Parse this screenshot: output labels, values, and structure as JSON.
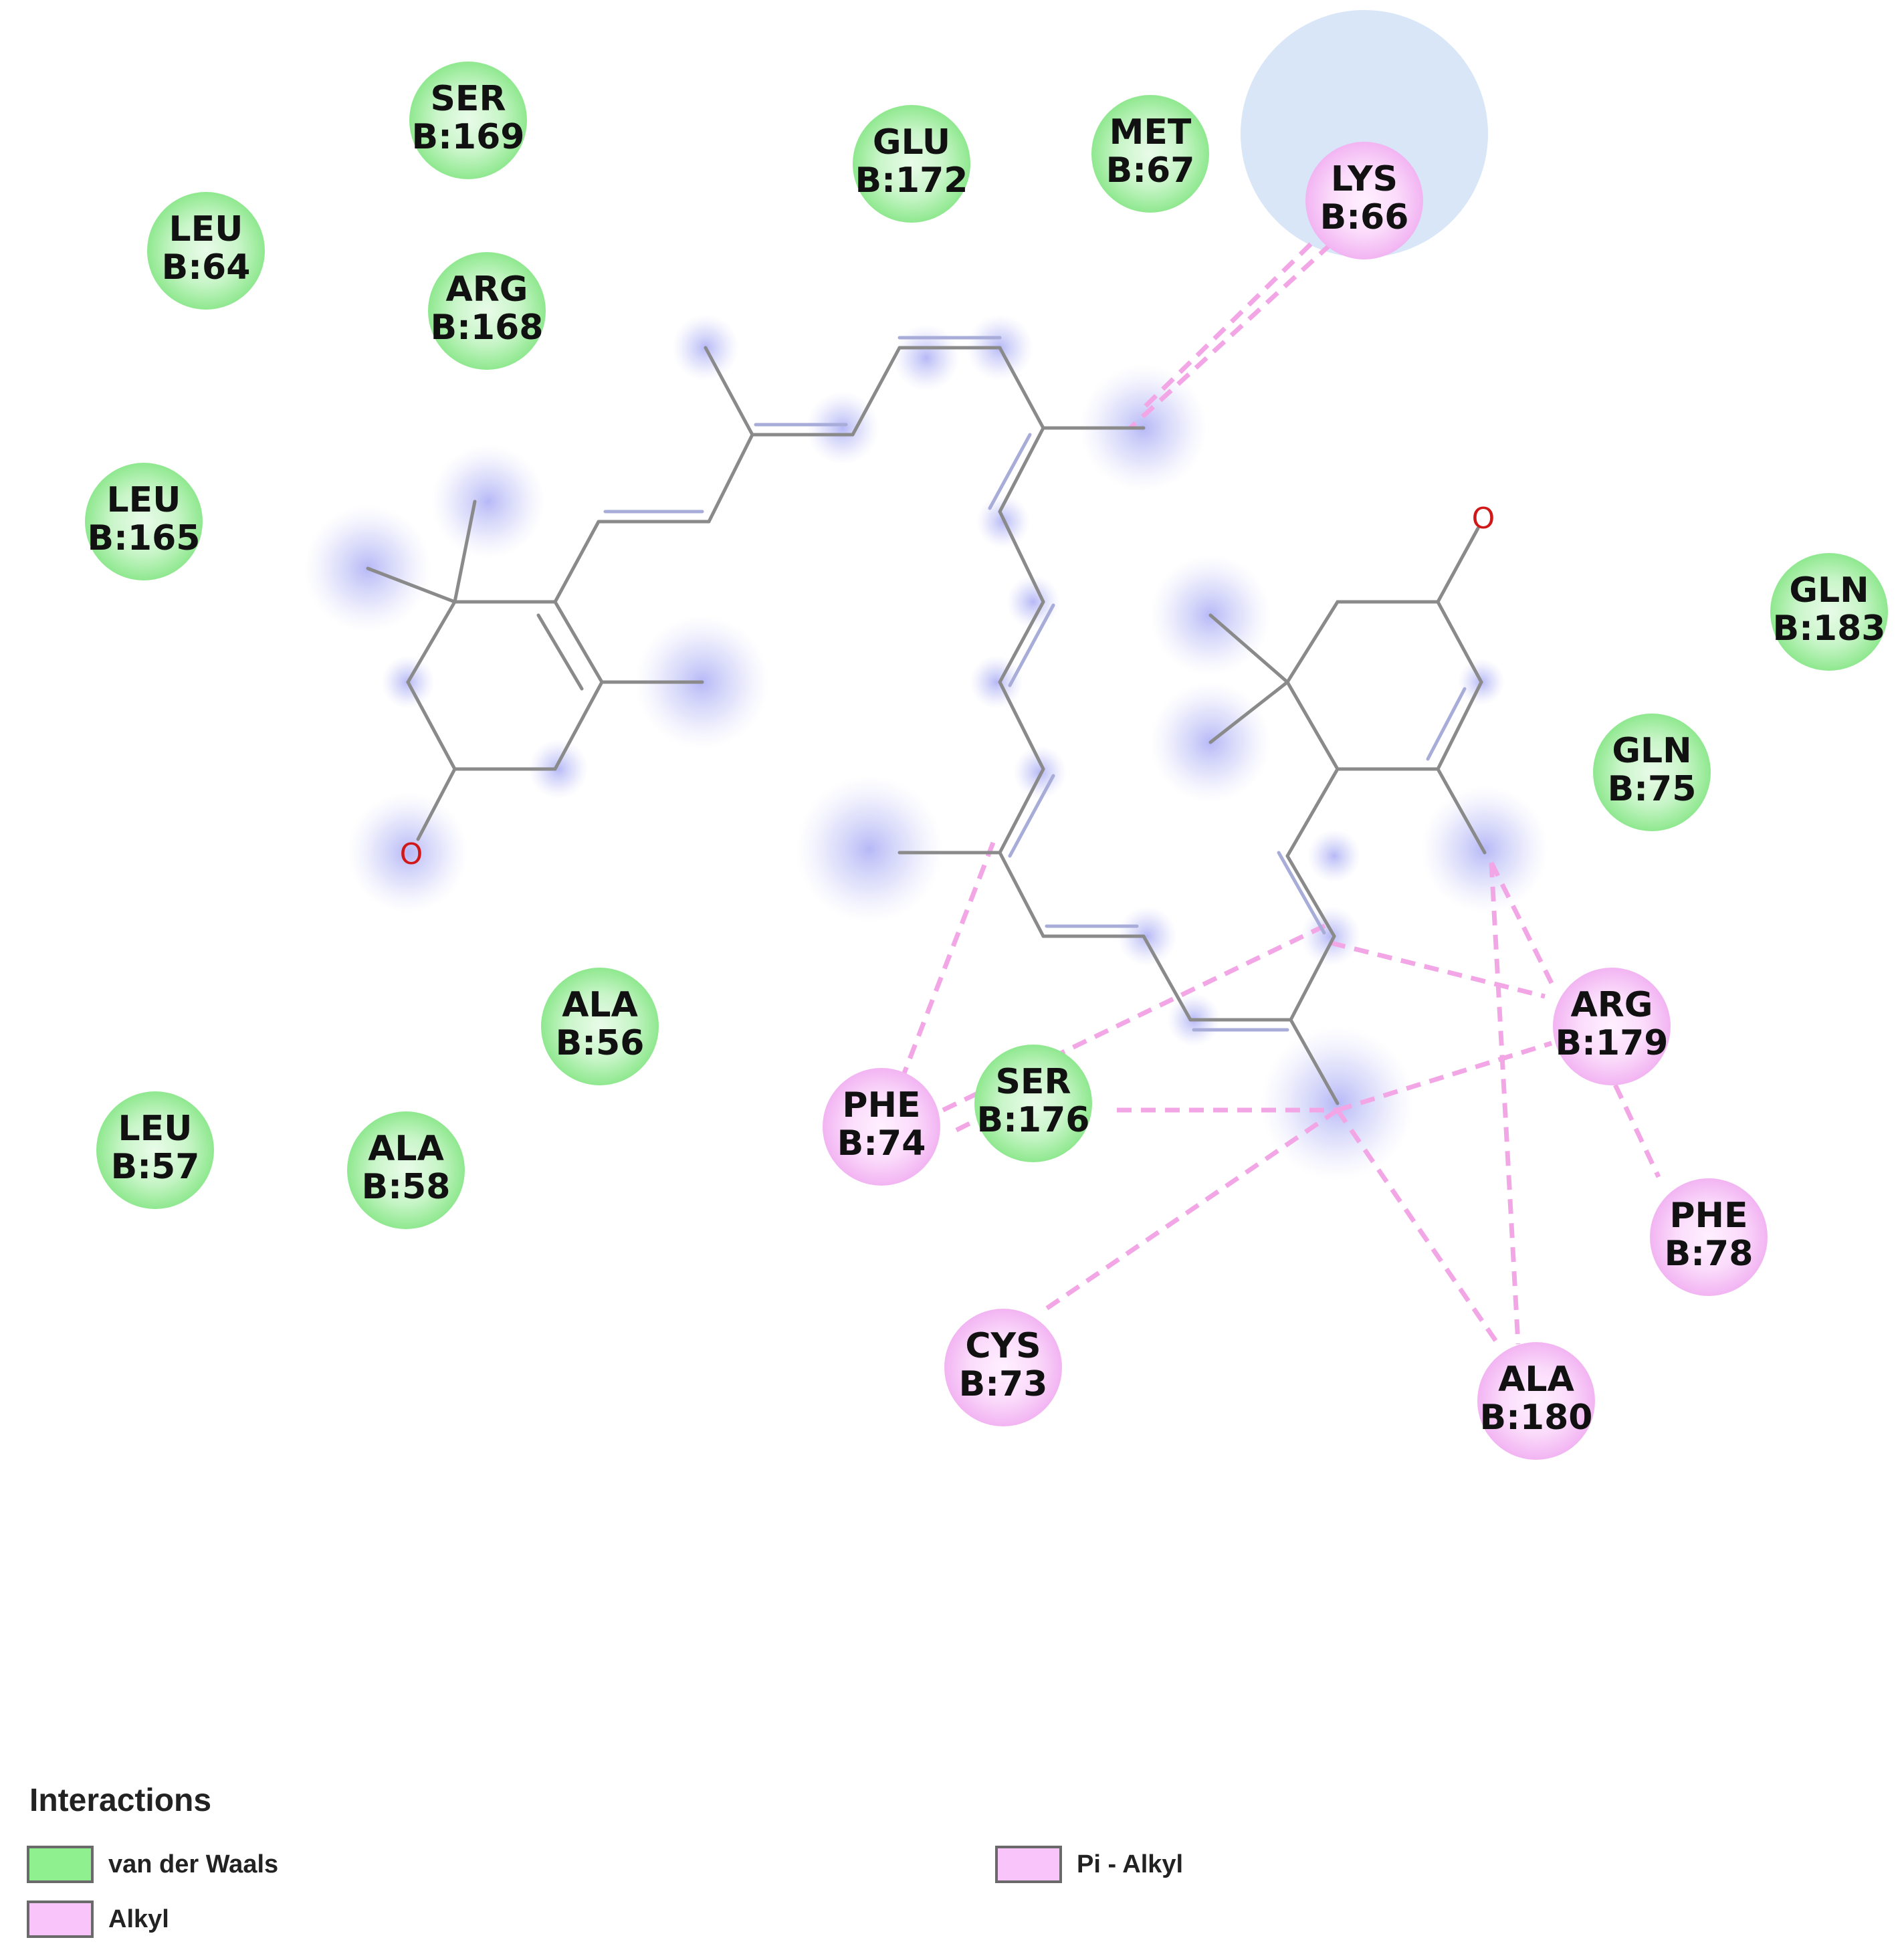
{
  "colors": {
    "van_der_waals": "#8ff08f",
    "alkyl": "#f9c4f9",
    "pi_alkyl": "#f9c4f9",
    "bond": "#8a8a8a",
    "double_bond_highlight": "#9aa0d8",
    "interaction_line": "#f3a6e6",
    "donor_halo": "#cfe2f7"
  },
  "residues": {
    "ser169": {
      "name": "SER",
      "id": "B:169",
      "type": "van der Waals"
    },
    "leu64": {
      "name": "LEU",
      "id": "B:64",
      "type": "van der Waals"
    },
    "arg168": {
      "name": "ARG",
      "id": "B:168",
      "type": "van der Waals"
    },
    "leu165": {
      "name": "LEU",
      "id": "B:165",
      "type": "van der Waals"
    },
    "glu172": {
      "name": "GLU",
      "id": "B:172",
      "type": "van der Waals"
    },
    "met67": {
      "name": "MET",
      "id": "B:67",
      "type": "van der Waals"
    },
    "lys66": {
      "name": "LYS",
      "id": "B:66",
      "type": "Alkyl"
    },
    "gln183": {
      "name": "GLN",
      "id": "B:183",
      "type": "van der Waals"
    },
    "gln75": {
      "name": "GLN",
      "id": "B:75",
      "type": "van der Waals"
    },
    "arg179": {
      "name": "ARG",
      "id": "B:179",
      "type": "Alkyl"
    },
    "ala56": {
      "name": "ALA",
      "id": "B:56",
      "type": "van der Waals"
    },
    "phe74": {
      "name": "PHE",
      "id": "B:74",
      "type": "Alkyl"
    },
    "ser176": {
      "name": "SER",
      "id": "B:176",
      "type": "van der Waals"
    },
    "leu57": {
      "name": "LEU",
      "id": "B:57",
      "type": "van der Waals"
    },
    "ala58": {
      "name": "ALA",
      "id": "B:58",
      "type": "van der Waals"
    },
    "phe78": {
      "name": "PHE",
      "id": "B:78",
      "type": "Alkyl"
    },
    "cys73": {
      "name": "CYS",
      "id": "B:73",
      "type": "Alkyl"
    },
    "ala180": {
      "name": "ALA",
      "id": "B:180",
      "type": "Alkyl"
    }
  },
  "atoms": {
    "o1": "O",
    "o2": "O"
  },
  "legend": {
    "title": "Interactions",
    "items": [
      {
        "label": "van der Waals",
        "color": "#8ff08f"
      },
      {
        "label": "Alkyl",
        "color": "#f9c4f9"
      },
      {
        "label": "Pi - Alkyl",
        "color": "#f9c4f9"
      }
    ]
  }
}
